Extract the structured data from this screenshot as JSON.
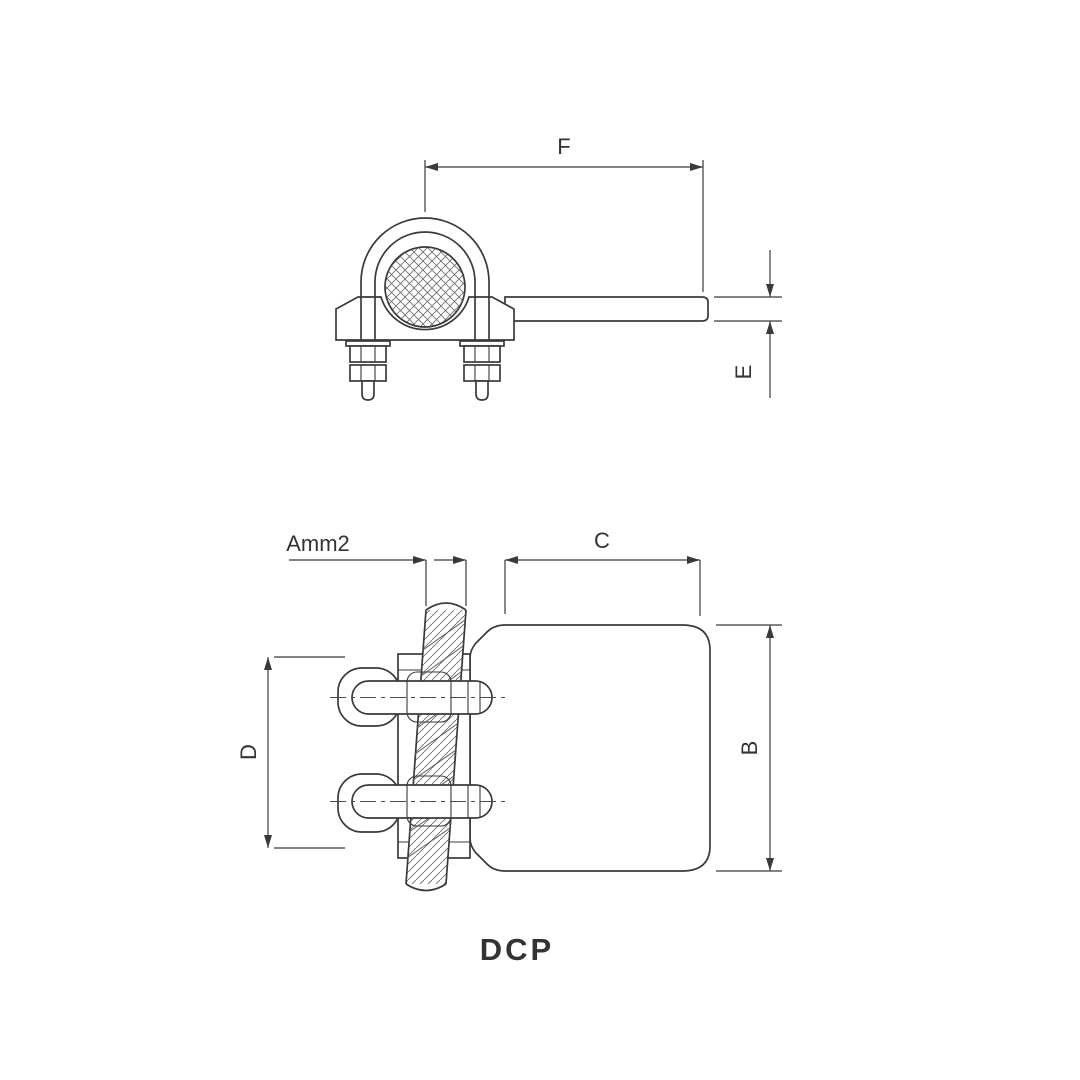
{
  "page": {
    "background_color": "#ffffff",
    "line_color": "#3a3a3a",
    "hatch_color": "#6a6a6a"
  },
  "diagram": {
    "type": "technical-drawing",
    "caption": "DCP",
    "views": [
      {
        "name": "side-view",
        "description": "side elevation of clamp with U-bolt over hatched conductor cross-section, two stacked nuts per leg, flat terminal bar to the right",
        "dimension_labels": [
          "F",
          "E"
        ]
      },
      {
        "name": "plan-view",
        "description": "top plan of clamp showing stranded conductor, two clamping bolts, keeper lobes and terminal pad plate",
        "dimension_labels": [
          "Amm2",
          "C",
          "D",
          "B"
        ]
      }
    ],
    "labels": {
      "F": "F",
      "E": "E",
      "Amm2": "Amm2",
      "C": "C",
      "D": "D",
      "B": "B"
    }
  }
}
